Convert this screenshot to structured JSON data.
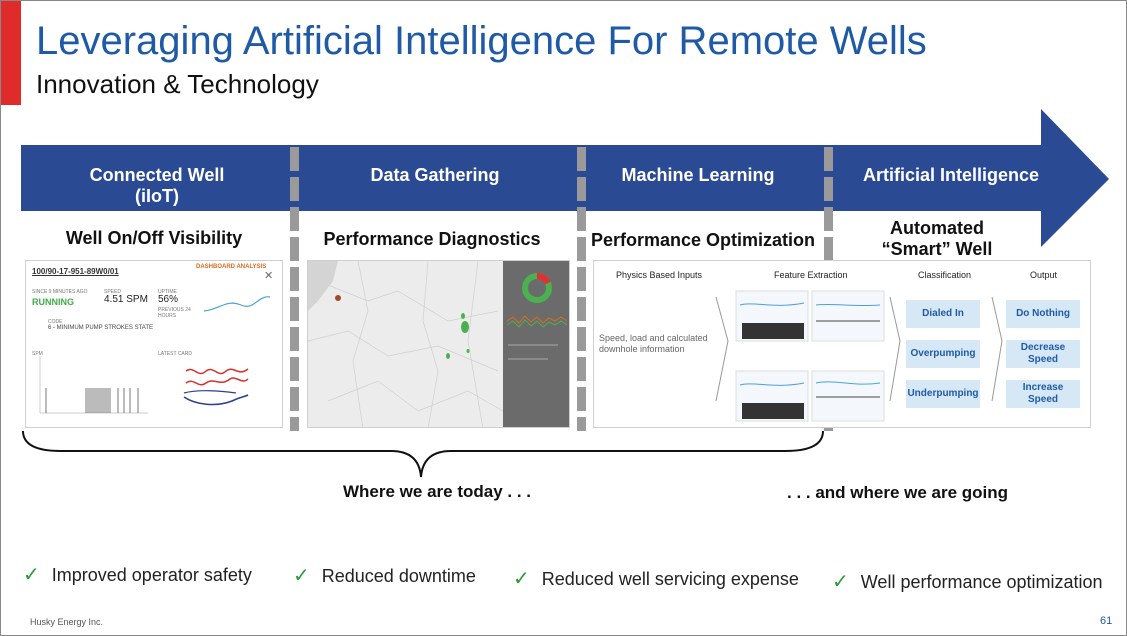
{
  "slide": {
    "title": "Leveraging Artificial Intelligence For Remote Wells",
    "subtitle": "Innovation & Technology",
    "footer_company": "Husky Energy Inc.",
    "page_number": "61"
  },
  "colors": {
    "accent_red": "#e02b2b",
    "title_blue": "#1f5aa6",
    "arrow_blue": "#2b4a94",
    "check_green": "#2e9a3a"
  },
  "stages": [
    {
      "label": "Connected Well\n(iIoT)",
      "sub": "Well On/Off Visibility"
    },
    {
      "label": "Data Gathering",
      "sub": "Performance Diagnostics"
    },
    {
      "label": "Machine Learning",
      "sub": "Performance Optimization"
    },
    {
      "label": "Artificial Intelligence",
      "sub": "Automated\n“Smart” Well"
    }
  ],
  "panel1": {
    "well_id": "100/90-17-951-89W0/01",
    "tabs": "DASHBOARD    ANALYSIS",
    "since": "SINCE 9 MINUTES AGO",
    "status": "RUNNING",
    "speed_label": "SPEED",
    "speed": "4.51 SPM",
    "uptime_label": "UPTIME",
    "uptime": "56%",
    "uptime_note": "PREVIOUS 24 HOURS",
    "code_label": "CODE",
    "code": "6 - MINIMUM PUMP STROKES STATE",
    "spm_label": "SPM",
    "card_label": "LATEST CARD"
  },
  "panel3": {
    "headers": [
      "Physics Based Inputs",
      "Feature Extraction",
      "Classification",
      "Output"
    ],
    "inputs_text": "Speed, load and calculated downhole information",
    "classifications": [
      "Dialed In",
      "Overpumping",
      "Underpumping"
    ],
    "outputs": [
      "Do Nothing",
      "Decrease\nSpeed",
      "Increase\nSpeed"
    ]
  },
  "captions": {
    "today": "Where we are today . . .",
    "going": ". . . and where we are going"
  },
  "benefits": [
    "Improved operator safety",
    "Reduced downtime",
    "Reduced well servicing expense",
    "Well performance optimization"
  ]
}
